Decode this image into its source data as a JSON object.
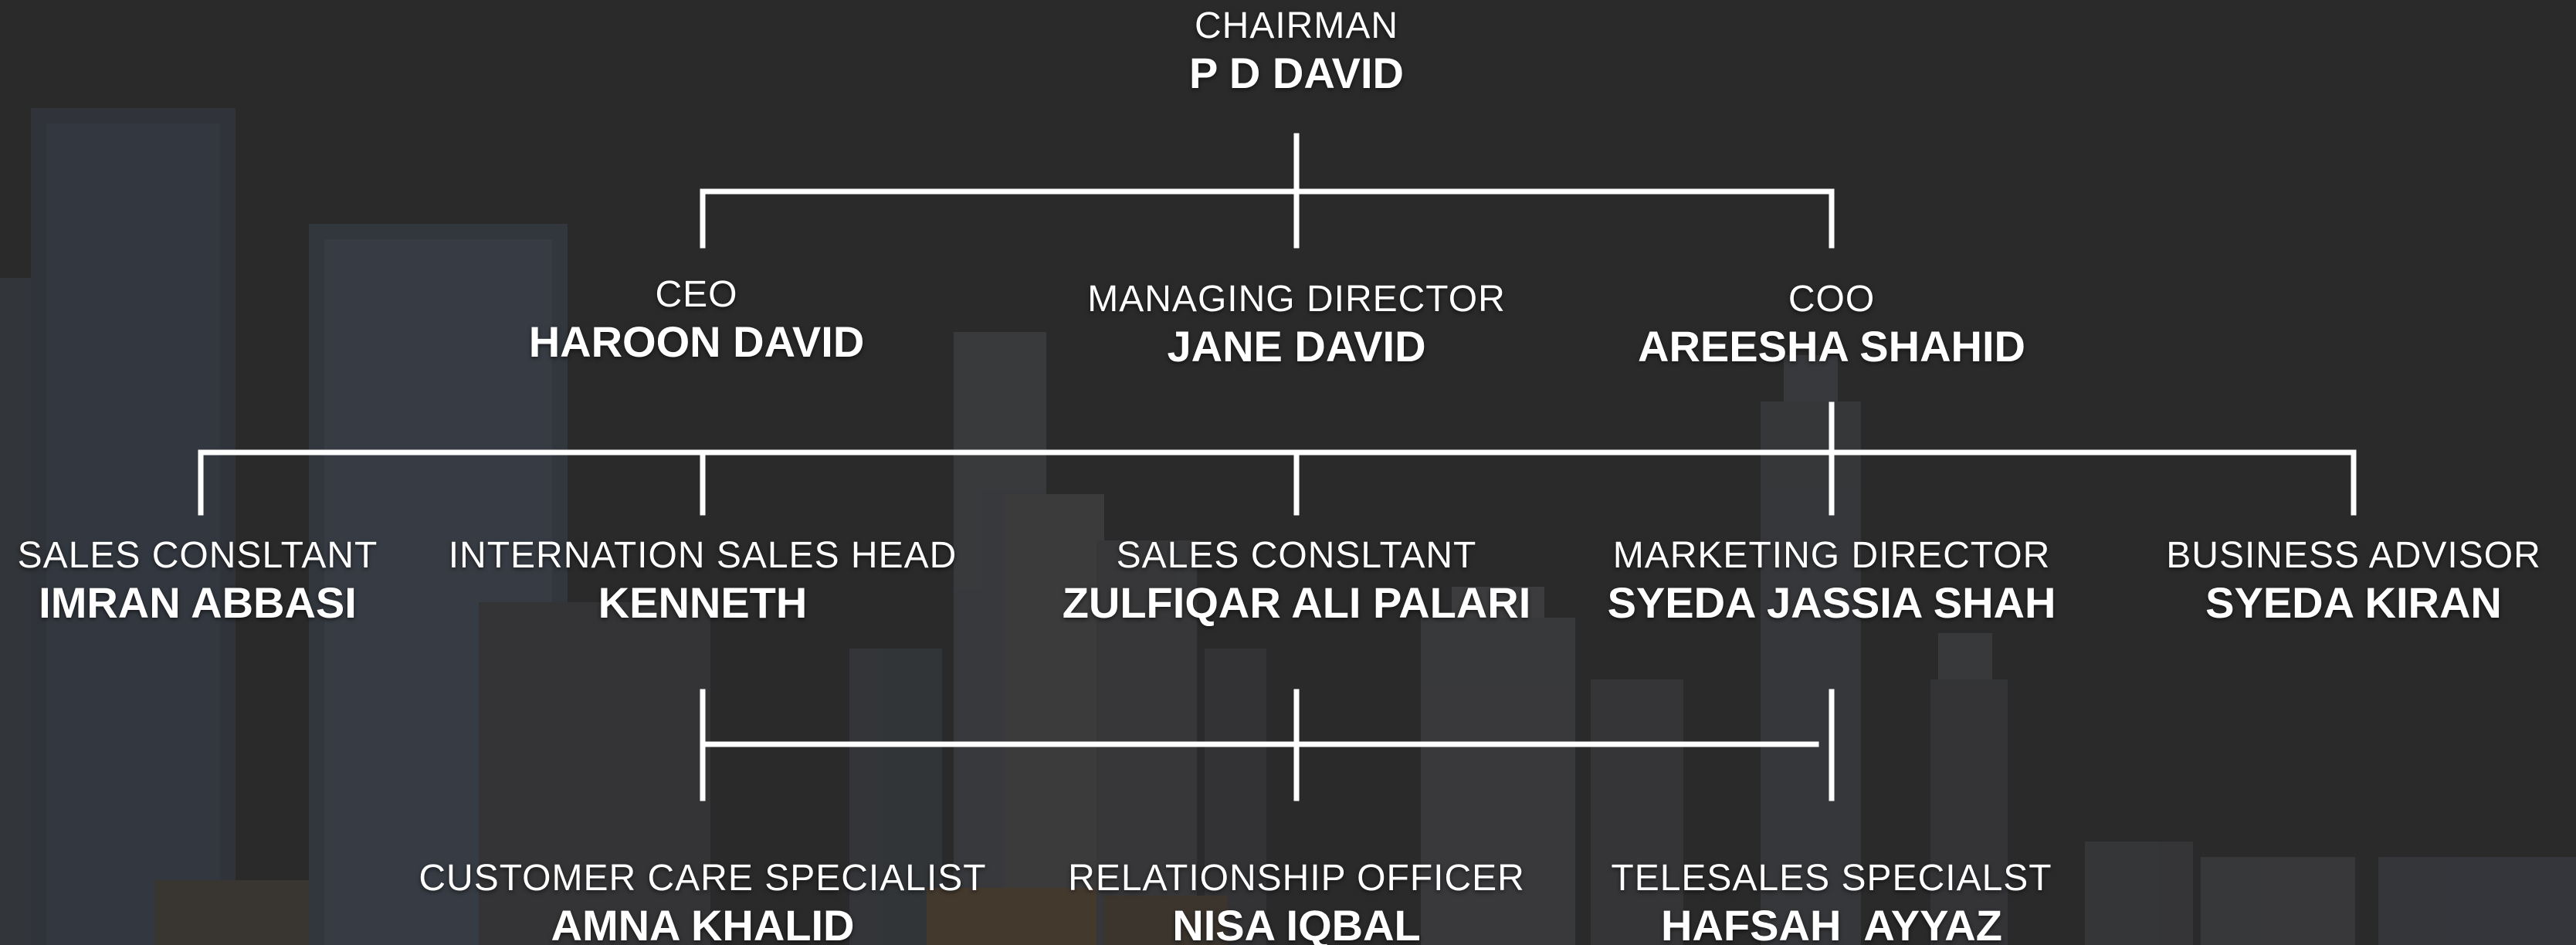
{
  "org": {
    "chairman": {
      "role": "CHAIRMAN",
      "name": "P D DAVID"
    },
    "ceo": {
      "role": "CEO",
      "name": "HAROON DAVID"
    },
    "md": {
      "role": "MANAGING DIRECTOR",
      "name": "JANE DAVID"
    },
    "coo": {
      "role": "COO",
      "name": "AREESHA SHAHID"
    },
    "sales1": {
      "role": "SALES CONSLTANT",
      "name": "IMRAN ABBASI"
    },
    "intl": {
      "role": "INTERNATION SALES HEAD",
      "name": "KENNETH"
    },
    "sales2": {
      "role": "SALES CONSLTANT",
      "name": "ZULFIQAR ALI PALARI"
    },
    "marketing": {
      "role": "MARKETING DIRECTOR",
      "name": "SYEDA JASSIA SHAH"
    },
    "advisor": {
      "role": "BUSINESS ADVISOR",
      "name": "SYEDA KIRAN"
    },
    "care": {
      "role": "CUSTOMER CARE SPECIALIST",
      "name": "AMNA KHALID"
    },
    "relationship": {
      "role": "RELATIONSHIP OFFICER",
      "name": "NISA IQBAL"
    },
    "telesales": {
      "role": "TELESALES SPECIALST",
      "name": "HAFSAH  AYYAZ"
    }
  },
  "colors": {
    "background": "#2a2a2a",
    "text": "#ffffff",
    "connector": "#ffffff"
  }
}
